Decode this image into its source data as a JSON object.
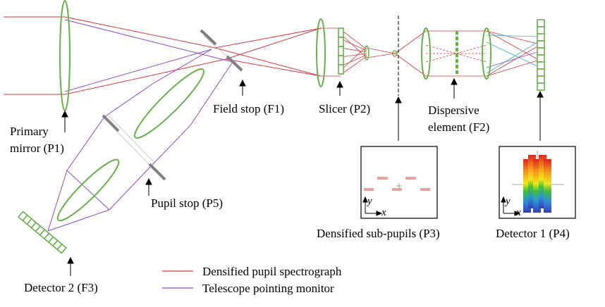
{
  "labels": {
    "primary_mirror_line1": "Primary",
    "primary_mirror_line2": "mirror (P1)",
    "field_stop": "Field stop (F1)",
    "slicer": "Slicer (P2)",
    "dispersive_line1": "Dispersive",
    "dispersive_line2": "element (F2)",
    "pupil_stop": "Pupil stop (P5)",
    "detector2": "Detector 2 (F3)",
    "densified_subpupils": "Densified sub-pupils (P3)",
    "detector1": "Detector 1 (P4)",
    "axis_x": "x",
    "axis_y": "y"
  },
  "legend": [
    {
      "label": "Densified pupil spectrograph",
      "color": "#d9393e"
    },
    {
      "label": "Telescope pointing monitor",
      "color": "#8a4fc4"
    }
  ],
  "colors": {
    "optics": "#6ab04c",
    "stop": "#808080",
    "red_ray": "#d9393e",
    "purple_ray": "#8a4fc4",
    "cyan_ray": "#33b5c9"
  }
}
